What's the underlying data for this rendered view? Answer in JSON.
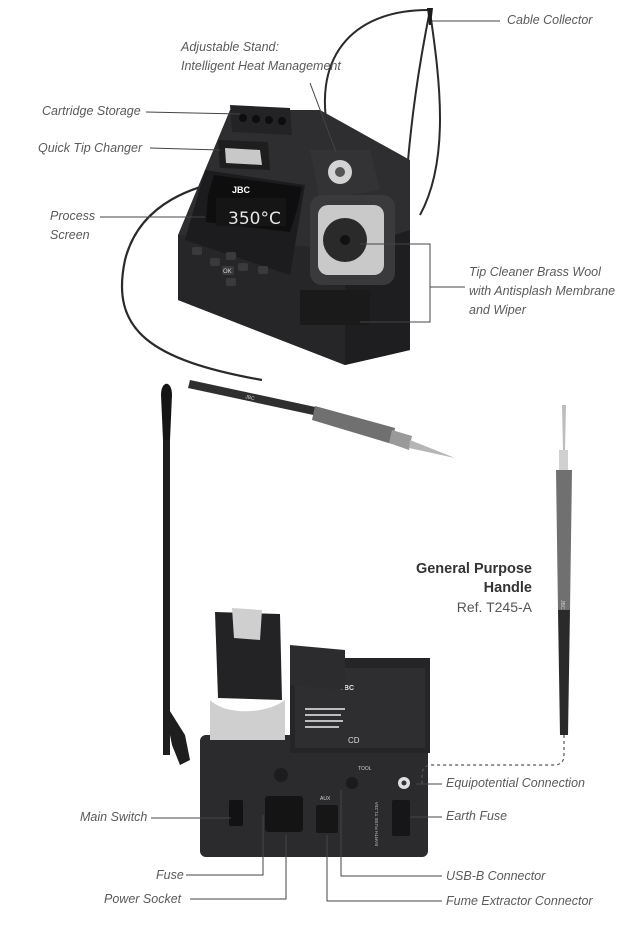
{
  "labels": {
    "cable_collector": "Cable Collector",
    "adjustable_stand_1": "Adjustable Stand:",
    "adjustable_stand_2": "Intelligent Heat Management",
    "cartridge_storage": "Cartridge Storage",
    "quick_tip_changer": "Quick Tip Changer",
    "process_screen_1": "Process",
    "process_screen_2": "Screen",
    "tip_cleaner_1": "Tip Cleaner Brass Wool",
    "tip_cleaner_2": "with Antisplash Membrane",
    "tip_cleaner_3": "and Wiper",
    "equipotential": "Equipotential Connection",
    "main_switch": "Main Switch",
    "earth_fuse": "Earth Fuse",
    "fuse": "Fuse",
    "usb_b": "USB-B Connector",
    "power_socket": "Power Socket",
    "fume_extractor": "Fume Extractor Connector"
  },
  "handle": {
    "title_1": "General Purpose",
    "title_2": "Handle",
    "ref": "Ref. T245-A"
  },
  "device": {
    "brand": "JBC",
    "screen_temp": "350°C",
    "screen_ok": "OK",
    "panel_aux": "AUX",
    "panel_tool": "TOOL",
    "panel_earth_fuse": "EARTH FUSE T1.25A",
    "panel_cd": "CD",
    "colors": {
      "body": "#2c2c2e",
      "body_dark": "#1d1d1f",
      "screen": "#1a1a1a",
      "label_line": "#444444",
      "grip": "#707070",
      "tip": "#b5b5b5"
    }
  }
}
